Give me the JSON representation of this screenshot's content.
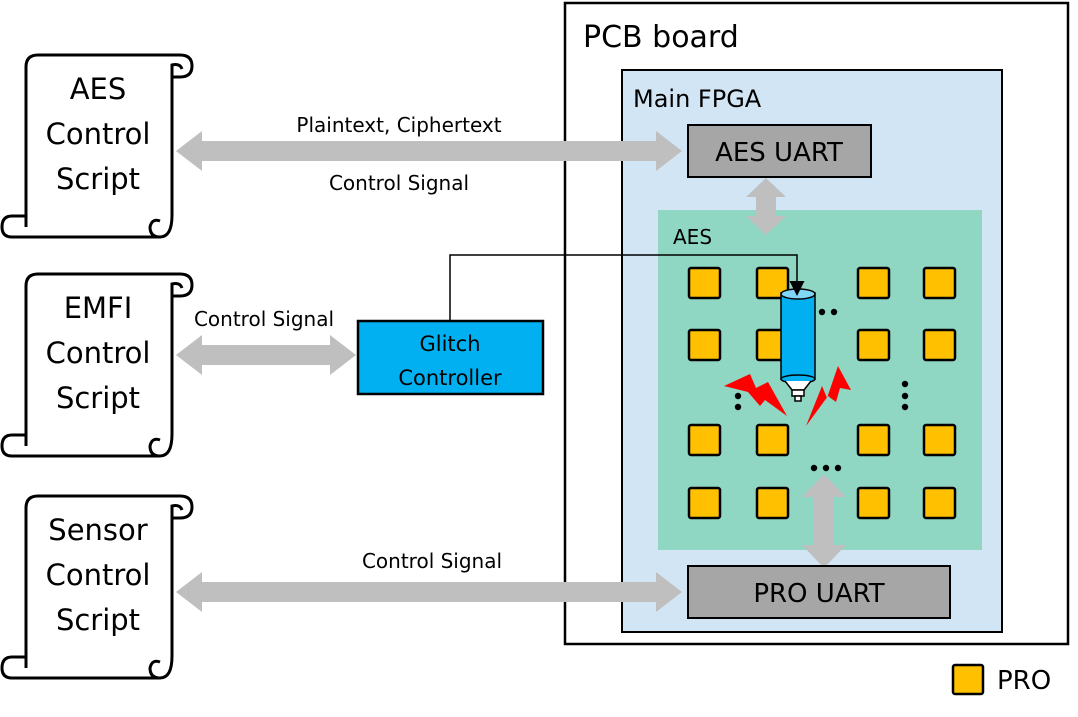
{
  "scripts": [
    {
      "lines": [
        "AES",
        "Control",
        "Script"
      ]
    },
    {
      "lines": [
        "EMFI",
        "Control",
        "Script"
      ]
    },
    {
      "lines": [
        "Sensor",
        "Control",
        "Script"
      ]
    }
  ],
  "arrows": {
    "aes_top": "Plaintext, Ciphertext",
    "aes_bottom": "Control Signal",
    "emfi": "Control Signal",
    "sensor": "Control Signal"
  },
  "glitch_controller": {
    "lines": [
      "Glitch",
      "Controller"
    ]
  },
  "pcb": {
    "title": "PCB board"
  },
  "fpga": {
    "title": "Main FPGA"
  },
  "aes_uart": {
    "label": "AES UART"
  },
  "pro_uart": {
    "label": "PRO UART"
  },
  "aes_block": {
    "label": "AES"
  },
  "legend": {
    "label": "PRO"
  },
  "colors": {
    "pro_fill": "#FFC000",
    "fpga_fill": "#D2E5F4",
    "aes_fill": "#8FD6C3",
    "uart_fill": "#A6A6A6",
    "glitch_fill": "#00B0F0",
    "arrow_fill": "#BFBFBF",
    "spark": "#FF0000"
  }
}
